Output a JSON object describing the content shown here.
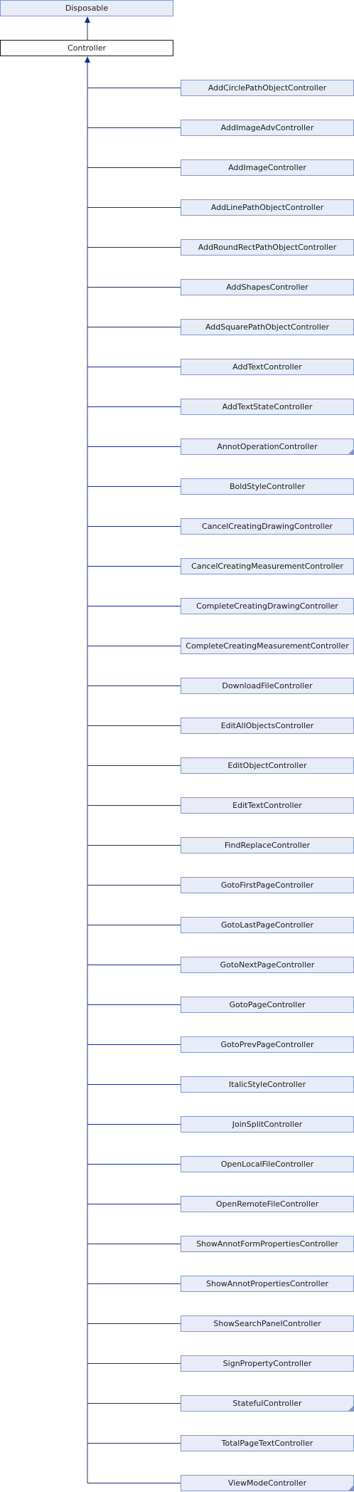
{
  "colors": {
    "edge": "#1c2b8c",
    "node_fill": "#e8ecf8",
    "node_border": "#8495c6"
  },
  "diagram": {
    "base": {
      "label": "Disposable",
      "link": true
    },
    "current": {
      "label": "Controller",
      "link": false
    },
    "children": [
      {
        "label": "AddCirclePathObjectController",
        "has_children": false
      },
      {
        "label": "AddImageAdvController",
        "has_children": false
      },
      {
        "label": "AddImageController",
        "has_children": false
      },
      {
        "label": "AddLinePathObjectController",
        "has_children": false
      },
      {
        "label": "AddRoundRectPathObjectController",
        "has_children": false
      },
      {
        "label": "AddShapesController",
        "has_children": false
      },
      {
        "label": "AddSquarePathObjectController",
        "has_children": false
      },
      {
        "label": "AddTextController",
        "has_children": false
      },
      {
        "label": "AddTextStateController",
        "has_children": false
      },
      {
        "label": "AnnotOperationController",
        "has_children": true
      },
      {
        "label": "BoldStyleController",
        "has_children": false
      },
      {
        "label": "CancelCreatingDrawingController",
        "has_children": false
      },
      {
        "label": "CancelCreatingMeasurementController",
        "has_children": false
      },
      {
        "label": "CompleteCreatingDrawingController",
        "has_children": false
      },
      {
        "label": "CompleteCreatingMeasurementController",
        "has_children": false
      },
      {
        "label": "DownloadFileController",
        "has_children": false
      },
      {
        "label": "EditAllObjectsController",
        "has_children": false
      },
      {
        "label": "EditObjectController",
        "has_children": false
      },
      {
        "label": "EditTextController",
        "has_children": false
      },
      {
        "label": "FindReplaceController",
        "has_children": false
      },
      {
        "label": "GotoFirstPageController",
        "has_children": false
      },
      {
        "label": "GotoLastPageController",
        "has_children": false
      },
      {
        "label": "GotoNextPageController",
        "has_children": false
      },
      {
        "label": "GotoPageController",
        "has_children": false
      },
      {
        "label": "GotoPrevPageController",
        "has_children": false
      },
      {
        "label": "ItalicStyleController",
        "has_children": false
      },
      {
        "label": "JoinSplitController",
        "has_children": false
      },
      {
        "label": "OpenLocalFileController",
        "has_children": false
      },
      {
        "label": "OpenRemoteFileController",
        "has_children": false
      },
      {
        "label": "ShowAnnotFormPropertiesController",
        "has_children": false
      },
      {
        "label": "ShowAnnotPropertiesController",
        "has_children": false
      },
      {
        "label": "ShowSearchPanelController",
        "has_children": false
      },
      {
        "label": "SignPropertyController",
        "has_children": false
      },
      {
        "label": "StatefulController",
        "has_children": true
      },
      {
        "label": "TotalPageTextController",
        "has_children": false
      },
      {
        "label": "ViewModeController",
        "has_children": true
      }
    ]
  }
}
